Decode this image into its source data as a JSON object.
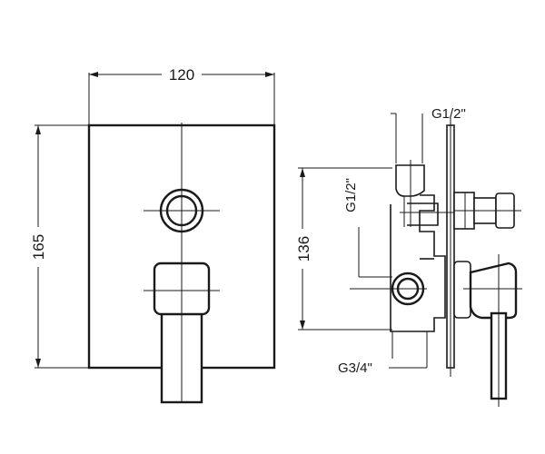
{
  "front_view": {
    "width_label": "120",
    "height_label": "165"
  },
  "side_view": {
    "top_port_label": "G1/2\"",
    "middle_port_label": "G1/2\"",
    "bottom_port_label": "G3/4\"",
    "height_label": "136"
  }
}
